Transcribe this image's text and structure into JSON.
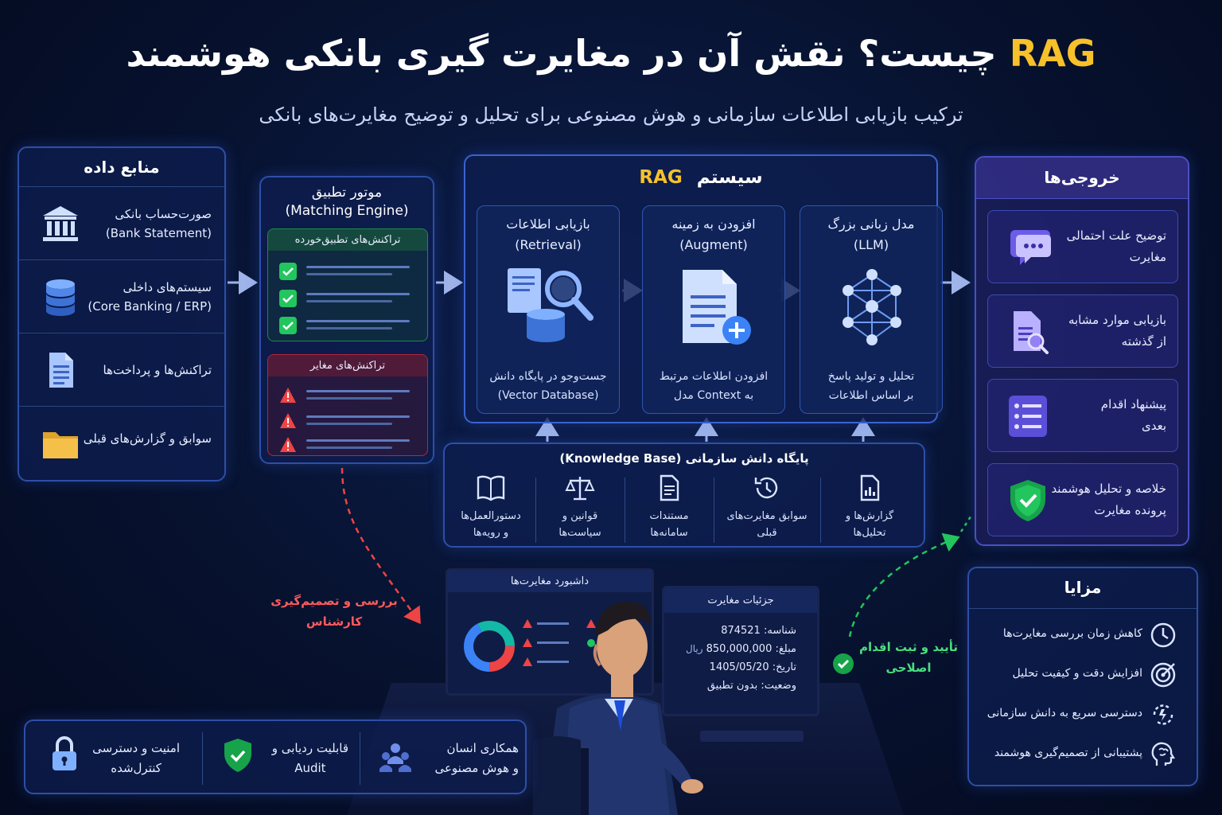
{
  "header": {
    "title_accent": "RAG",
    "title_rest": " چیست؟ نقش آن در مغایرت گیری بانکی هوشمند",
    "subtitle": "ترکیب بازیابی اطلاعات سازمانی و هوش مصنوعی برای تحلیل و توضیح مغایرت‌های بانکی"
  },
  "data_sources": {
    "title": "منابع داده",
    "items": [
      {
        "line1": "صورت‌حساب بانکی",
        "line2": "(Bank Statement)",
        "icon": "bank-icon"
      },
      {
        "line1": "سیستم‌های داخلی",
        "line2": "(Core Banking / ERP)",
        "icon": "database-icon"
      },
      {
        "line1": "تراکنش‌ها و پرداخت‌ها",
        "line2": "",
        "icon": "document-icon"
      },
      {
        "line1": "سوابق و گزارش‌های قبلی",
        "line2": "",
        "icon": "folder-icon"
      }
    ]
  },
  "matching_engine": {
    "title_fa": "موتور تطبیق",
    "title_en": "(Matching Engine)",
    "matched_label": "تراکنش‌های تطبیق‌خورده",
    "mismatch_label": "تراکنش‌های مغایر"
  },
  "rag_system": {
    "title_accent": "RAG",
    "title_rest": "سیستم",
    "cards": [
      {
        "title1": "بازیابی اطلاعات",
        "title2": "(Retrieval)",
        "body1": "جست‌وجو در پایگاه دانش",
        "body2": "(Vector Database)",
        "icon": "search-database-icon"
      },
      {
        "title1": "افزودن به زمینه",
        "title2": "(Augment)",
        "body1": "افزودن اطلاعات مرتبط",
        "body2": "به Context مدل",
        "icon": "document-add-icon"
      },
      {
        "title1": "مدل زبانی بزرگ",
        "title2": "(LLM)",
        "body1": "تحلیل و تولید پاسخ",
        "body2": "بر اساس اطلاعات",
        "icon": "neural-network-icon"
      }
    ]
  },
  "knowledge_base": {
    "title": "پایگاه دانش سازمانی (Knowledge Base)",
    "items": [
      {
        "line1": "دستورالعمل‌ها",
        "line2": "و رویه‌ها",
        "icon": "book-icon"
      },
      {
        "line1": "قوانین و",
        "line2": "سیاست‌ها",
        "icon": "scales-icon"
      },
      {
        "line1": "مستندات",
        "line2": "سامانه‌ها",
        "icon": "file-text-icon"
      },
      {
        "line1": "سوابق مغایرت‌های",
        "line2": "قبلی",
        "icon": "history-icon"
      },
      {
        "line1": "گزارش‌ها و",
        "line2": "تحلیل‌ها",
        "icon": "report-icon"
      }
    ]
  },
  "outputs": {
    "title": "خروجی‌ها",
    "items": [
      {
        "line1": "توضیح علت احتمالی",
        "line2": "مغایرت",
        "icon": "chat-icon"
      },
      {
        "line1": "بازیابی موارد مشابه",
        "line2": "از گذشته",
        "icon": "file-search-icon"
      },
      {
        "line1": "پیشنهاد اقدام",
        "line2": "بعدی",
        "icon": "list-icon"
      },
      {
        "line1": "خلاصه و تحلیل هوشمند",
        "line2": "پرونده مغایرت",
        "icon": "shield-check-icon"
      }
    ]
  },
  "benefits": {
    "title": "مزایا",
    "items": [
      {
        "label": "کاهش زمان بررسی مغایرت‌ها",
        "icon": "clock-icon"
      },
      {
        "label": "افزایش دقت و کیفیت تحلیل",
        "icon": "target-icon"
      },
      {
        "label": "دسترسی سریع به دانش سازمانی",
        "icon": "refresh-icon"
      },
      {
        "label": "پشتیبانی از تصمیم‌گیری هوشمند",
        "icon": "brain-icon"
      }
    ]
  },
  "flow_labels": {
    "expert_review": [
      "بررسی و تصمیم‌گیری",
      "کارشناس"
    ],
    "confirm_action": [
      "تأیید و ثبت اقدام",
      "اصلاحی"
    ]
  },
  "workstation": {
    "left_screen_title": "داشبورد مغایرت‌ها",
    "right_screen_title": "جزئیات مغایرت",
    "details": [
      {
        "label": "شناسه:",
        "value": "874521"
      },
      {
        "label": "مبلغ:",
        "value": "850,000,000",
        "unit": "ریال"
      },
      {
        "label": "تاریخ:",
        "value": "1405/05/20"
      },
      {
        "label": "وضعیت:",
        "value": "بدون تطبیق"
      }
    ]
  },
  "footer": {
    "items": [
      {
        "line1": "همکاری انسان",
        "line2": "و هوش مصنوعی",
        "icon": "people-icon"
      },
      {
        "line1": "قابلیت ردیابی و",
        "line2": "Audit",
        "icon": "shield-check-icon"
      },
      {
        "line1": "امنیت و دسترسی",
        "line2": "کنترل‌شده",
        "icon": "lock-icon"
      }
    ]
  },
  "colors": {
    "accent_yellow": "#f7c12a",
    "success_green": "#22c55e",
    "error_red": "#ef4444",
    "panel_border": "#2d4fa8",
    "background": "#07122f"
  }
}
